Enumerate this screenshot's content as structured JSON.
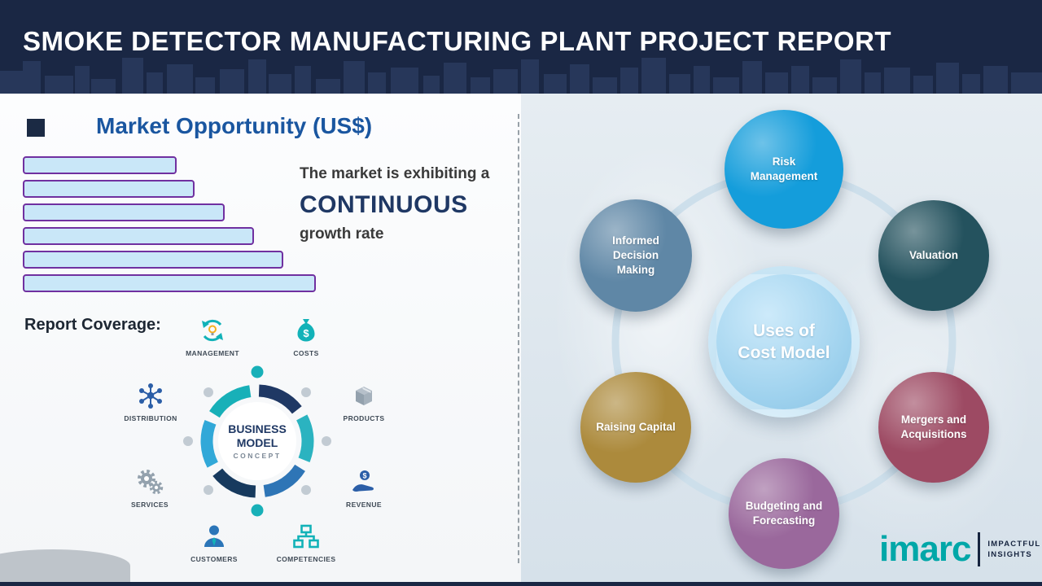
{
  "header": {
    "title": "SMOKE DETECTOR MANUFACTURING PLANT PROJECT REPORT"
  },
  "market": {
    "title": "Market Opportunity (US$)",
    "line1": "The market is exhibiting a",
    "highlight": "CONTINUOUS",
    "line2": "growth rate"
  },
  "chart_data": {
    "type": "bar",
    "orientation": "horizontal",
    "title": "Market Opportunity (US$)",
    "values_relative_pct": [
      52,
      58,
      68,
      78,
      88,
      99
    ],
    "bar_fill": "#c9e7f8",
    "bar_border": "#7030a0"
  },
  "coverage": {
    "label": "Report Coverage:",
    "center": {
      "line1": "BUSINESS",
      "line2": "MODEL",
      "line3": "CONCEPT"
    },
    "items": [
      {
        "label": "MANAGEMENT",
        "icon": "management-icon"
      },
      {
        "label": "COSTS",
        "icon": "costs-icon"
      },
      {
        "label": "DISTRIBUTION",
        "icon": "distribution-icon"
      },
      {
        "label": "PRODUCTS",
        "icon": "products-icon"
      },
      {
        "label": "SERVICES",
        "icon": "services-icon"
      },
      {
        "label": "REVENUE",
        "icon": "revenue-icon"
      },
      {
        "label": "CUSTOMERS",
        "icon": "customers-icon"
      },
      {
        "label": "COMPETENCIES",
        "icon": "competencies-icon"
      }
    ]
  },
  "cost_model": {
    "center": {
      "line1": "Uses of",
      "line2": "Cost Model"
    },
    "nodes": [
      {
        "label": "Risk Management",
        "color": "#149ddb"
      },
      {
        "label": "Informed Decision Making",
        "color": "#5f87a6"
      },
      {
        "label": "Valuation",
        "color": "#24525e"
      },
      {
        "label": "Raising Capital",
        "color": "#ac8a3c"
      },
      {
        "label": "Mergers and Acquisitions",
        "color": "#9d4a63"
      },
      {
        "label": "Budgeting and Forecasting",
        "color": "#9a689c"
      }
    ]
  },
  "logo": {
    "wordmark": "imarc",
    "tagline_line1": "IMPACTFUL",
    "tagline_line2": "INSIGHTS"
  },
  "colors": {
    "header_bg": "#1a2744",
    "heading_blue": "#1a56a0",
    "highlight_navy": "#1f3864",
    "logo_teal": "#00a7a8"
  }
}
